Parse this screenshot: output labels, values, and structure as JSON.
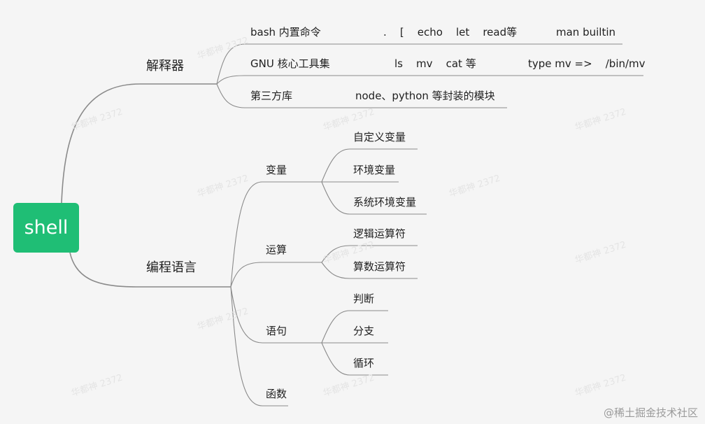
{
  "root": "shell",
  "branches": {
    "interpreter": {
      "label": "解释器",
      "rows": [
        {
          "label": "bash 内置命令",
          "mid": ".    [    echo    let    read等",
          "right": "man builtin"
        },
        {
          "label": "GNU 核心工具集",
          "mid": "ls    mv    cat 等",
          "right": "type mv =>    /bin/mv"
        },
        {
          "label": "第三方库",
          "mid": "node、python 等封装的模块"
        }
      ]
    },
    "programming": {
      "label": "编程语言",
      "groups": [
        {
          "label": "变量",
          "items": [
            "自定义变量",
            "环境变量",
            "系统环境变量"
          ]
        },
        {
          "label": "运算",
          "items": [
            "逻辑运算符",
            "算数运算符"
          ]
        },
        {
          "label": "语句",
          "items": [
            "判断",
            "分支",
            "循环"
          ]
        },
        {
          "label": "函数",
          "items": []
        }
      ]
    }
  },
  "watermark": "华都神 2372",
  "footer": "@稀土掘金技术社区",
  "colors": {
    "root": "#1fbe75",
    "line": "#8a8a8a",
    "background": "#f5f5f5"
  }
}
